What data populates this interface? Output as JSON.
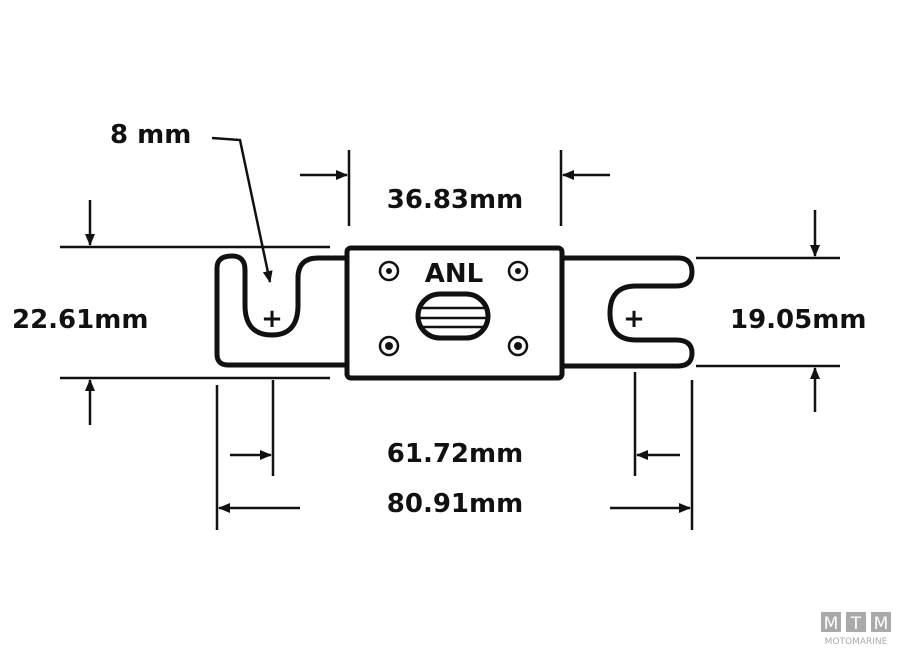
{
  "diagram": {
    "fuse_label": "ANL",
    "dimensions": {
      "hole_diameter": "8 mm",
      "body_width": "36.83mm",
      "body_height": "22.61mm",
      "tab_height": "19.05mm",
      "hole_spacing": "61.72mm",
      "overall_length": "80.91mm"
    },
    "polarity_symbols": [
      "+",
      "+"
    ]
  },
  "watermark": {
    "letters": "MTM",
    "brand": "MOTOMARINE"
  },
  "colors": {
    "line": "#111111",
    "watermark": "#aaaaaa"
  }
}
